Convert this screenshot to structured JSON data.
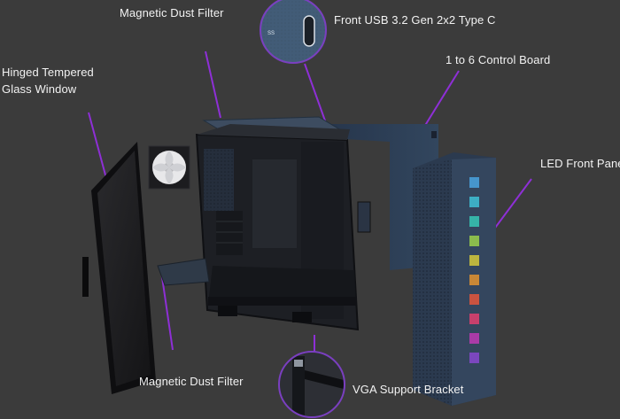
{
  "labels": {
    "top_filter": "Magnetic Dust Filter",
    "usb": "Front USB 3.2 Gen 2x2 Type C",
    "usb_port_text": "SS",
    "control_board": "1 to 6 Control Board",
    "glass_line1": "Hinged Tempered",
    "glass_line2": "Glass Window",
    "led_panel": "LED Front Panel",
    "bottom_filter": "Magnetic Dust Filter",
    "vga": "VGA Support Bracket"
  },
  "colors": {
    "background": "#3b3b3b",
    "leader_line": "#8e2fd6",
    "chassis": "#1d1f24",
    "panel_blue": "#2e3e52",
    "glass": "#1a1a1c"
  },
  "led_colors": [
    "#4aa3df",
    "#3fc1d6",
    "#37c8b5",
    "#9bd04a",
    "#d5c93a",
    "#e3932f",
    "#e4563b",
    "#e23f6e",
    "#c03ab4",
    "#8848cf"
  ]
}
